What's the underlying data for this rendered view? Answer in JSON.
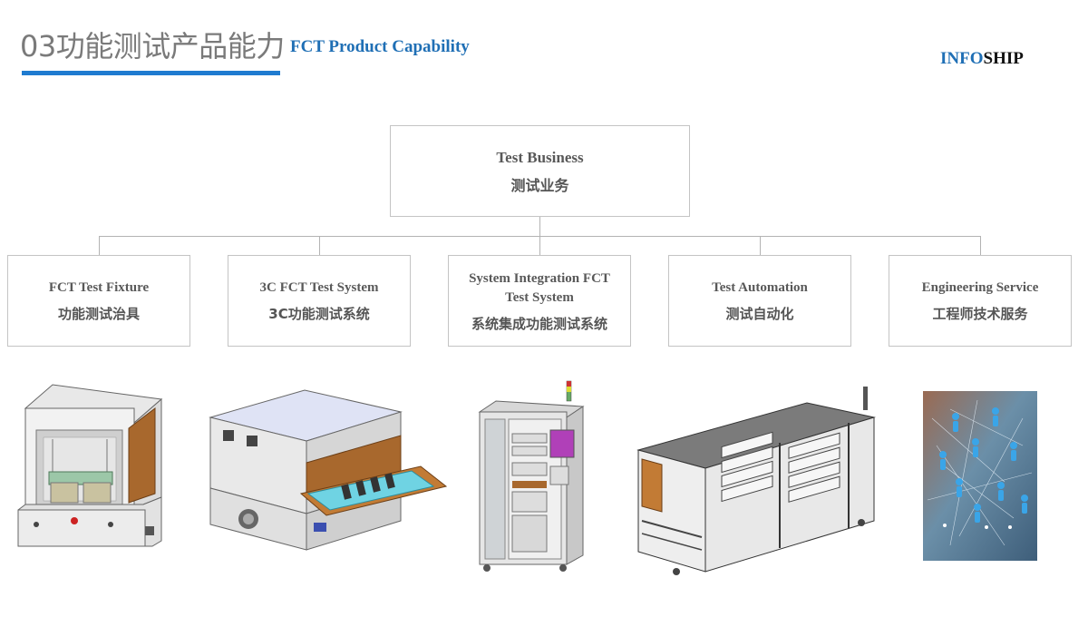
{
  "header": {
    "title_cn": "03功能测试产品能力",
    "title_en": "FCT Product Capability",
    "logo_part1": "INFO",
    "logo_part2": "SHIP"
  },
  "colors": {
    "accent": "#1f7bd0",
    "title_blue": "#1f6fb5",
    "box_border": "#c4c4c4"
  },
  "tree": {
    "root": {
      "en": "Test Business",
      "zh": "测试业务"
    },
    "children": [
      {
        "en": "FCT Test Fixture",
        "zh": "功能测试治具"
      },
      {
        "en": "3C FCT Test System",
        "zh": "3C功能测试系统"
      },
      {
        "en": "System Integration FCT Test System",
        "zh": "系统集成功能测试系统"
      },
      {
        "en": "Test Automation",
        "zh": "测试自动化"
      },
      {
        "en": "Engineering Service",
        "zh": "工程师技术服务"
      }
    ]
  },
  "images": [
    "fct-test-fixture-icon",
    "3c-test-system-icon",
    "integration-cabinet-icon",
    "automation-line-icon",
    "engineering-network-icon"
  ]
}
